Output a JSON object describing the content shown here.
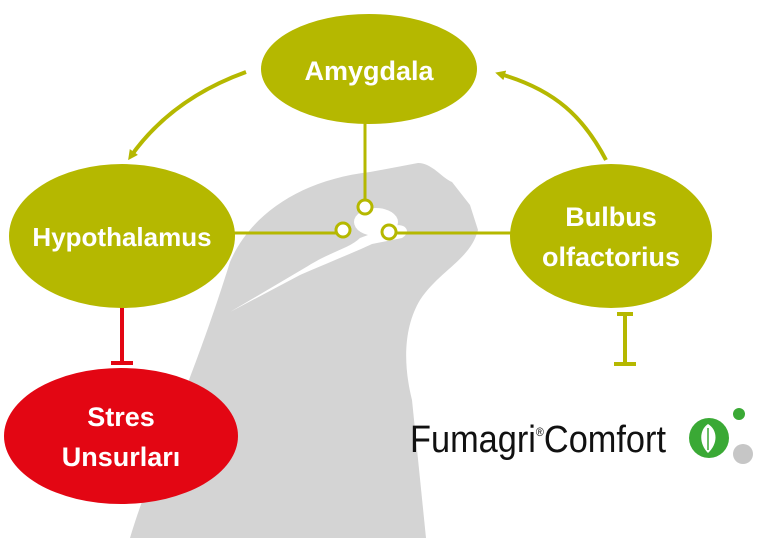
{
  "diagram": {
    "nodes": {
      "amygdala": {
        "label": "Amygdala"
      },
      "hypothalamus": {
        "label": "Hypothalamus"
      },
      "bulbus": {
        "line1": "Bulbus",
        "line2": "olfactorius"
      },
      "stress": {
        "line1": "Stres",
        "line2": "Unsurları"
      }
    },
    "logo": {
      "text_main": "Fumagri",
      "text_reg": "®",
      "text_tail": "Comfort"
    },
    "colors": {
      "olive": "#b5b800",
      "red": "#e30613",
      "silhouette": "#d4d4d4",
      "logo_green": "#3aa935",
      "logo_grey": "#c6c6c6"
    }
  }
}
